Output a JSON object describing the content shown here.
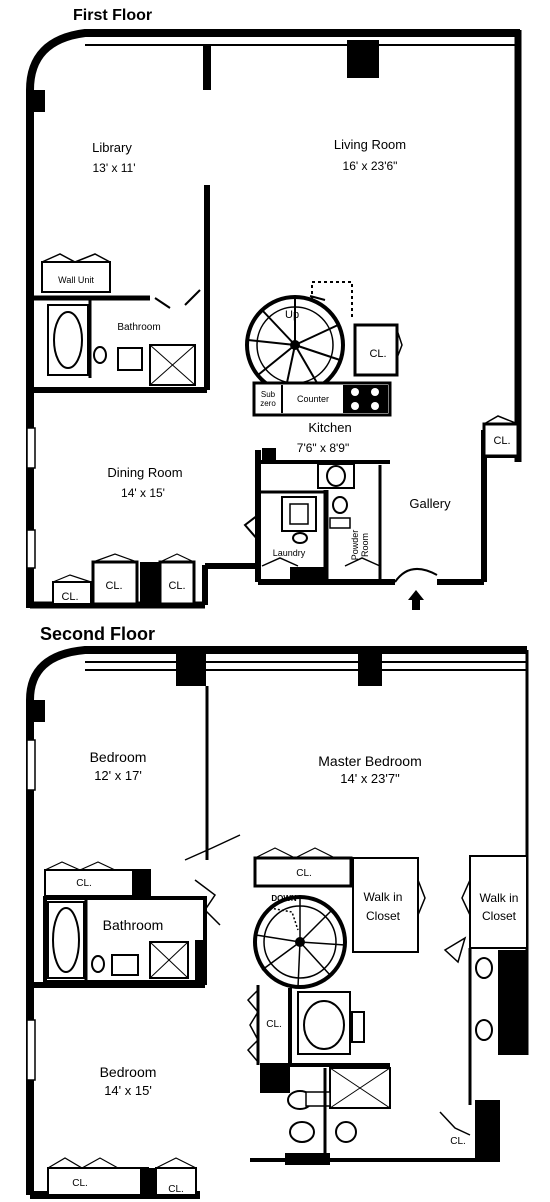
{
  "first_floor": {
    "title": "First Floor",
    "library": {
      "name": "Library",
      "size": "13' x 11'"
    },
    "living_room": {
      "name": "Living Room",
      "size": "16' x 23'6\""
    },
    "wall_unit": "Wall Unit",
    "bathroom": "Bathroom",
    "up": "Up",
    "closet_label": "CL.",
    "sub_zero_1": "Sub",
    "sub_zero_2": "zero",
    "counter": "Counter",
    "kitchen": {
      "name": "Kitchen",
      "size": "7'6\" x 8'9\""
    },
    "dining_room": {
      "name": "Dining Room",
      "size": "14' x 15'"
    },
    "gallery": "Gallery",
    "laundry": "Laundry",
    "powder_room_1": "Powder",
    "powder_room_2": "Room"
  },
  "second_floor": {
    "title": "Second Floor",
    "bedroom_1": {
      "name": "Bedroom",
      "size": "12' x 17'"
    },
    "master_bedroom": {
      "name": "Master Bedroom",
      "size": "14' x 23'7\""
    },
    "closet_label": "CL.",
    "bathroom": "Bathroom",
    "down": "DOWN",
    "walk_in_closet_1_a": "Walk in",
    "walk_in_closet_1_b": "Closet",
    "walk_in_closet_2_a": "Walk in",
    "walk_in_closet_2_b": "Closet",
    "bedroom_2": {
      "name": "Bedroom",
      "size": "14' x 15'"
    }
  }
}
